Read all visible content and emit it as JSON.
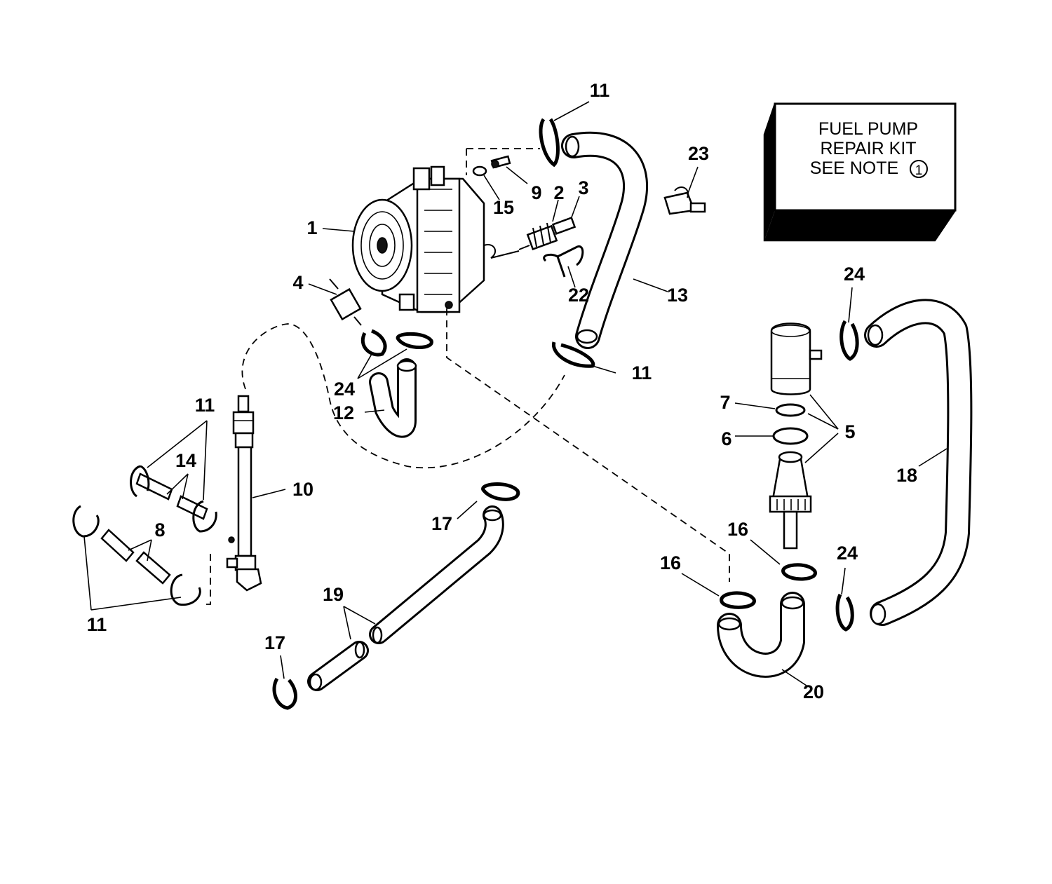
{
  "kit_box": {
    "line1": "FUEL PUMP",
    "line2": "REPAIR KIT",
    "line3": "SEE NOTE",
    "note_number": "1"
  },
  "callouts": {
    "c1": "1",
    "c2": "2",
    "c3": "3",
    "c4": "4",
    "c5": "5",
    "c6": "6",
    "c7": "7",
    "c8": "8",
    "c9": "9",
    "c10": "10",
    "c11_top": "11",
    "c11_mid": "11",
    "c11_left": "11",
    "c11_bottom": "11",
    "c12": "12",
    "c13": "13",
    "c14": "14",
    "c15": "15",
    "c16_left": "16",
    "c16_right": "16",
    "c17_top": "17",
    "c17_bottom": "17",
    "c18": "18",
    "c19": "19",
    "c20": "20",
    "c22": "22",
    "c23": "23",
    "c24_left": "24",
    "c24_top": "24",
    "c24_right": "24"
  }
}
